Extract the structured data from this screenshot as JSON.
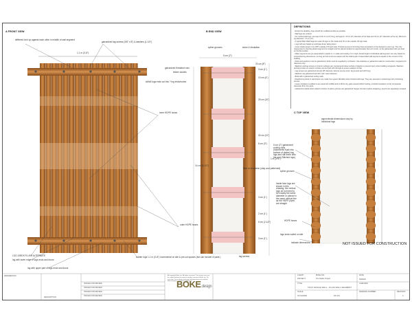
{
  "front_view": {
    "title": "A  FRONT VIEW",
    "labels": {
      "top_note": "stiffened inch up against each other in middle of wall segment",
      "width_dim": "1.1 m (3'-8\")",
      "galv_rods": "galvanized tag screws (3/8\" x 8\") & washers (1-1/4\")",
      "inner_hdpe": "inner HDPE hoses",
      "outer_hdpe": "outer HDPE hoses",
      "sill_tag": "sill/sill logs ends cut into ? leg ends/nodes",
      "bottom_1": "LOG GIRDS FLUSH ALTERNATE",
      "bottom_2": "log with lower edge of logs ends and doors",
      "bottom_3": "log with upper part of logs ends and doors",
      "bottom_right": "soldier logs 1.1 m (3'-8\") incremental on site & pre-cut spaces (but can include of pads )"
    }
  },
  "end_view": {
    "title": "B  END VIEW",
    "labels": {
      "spline": "spline grooves",
      "thread_rod": "galvanized threaded rods",
      "timber_dowels": "timber dowels",
      "stone_line": "stone & insulation",
      "wall_dims": [
        "5 cm (2\")",
        "20 cm (8\")",
        "1 m (3'-4\")",
        "14 cm (5-1/2\")"
      ],
      "notes": [
        "3 cm (1\")",
        "10 cm (4\")",
        "25 cm (10\")",
        "30 cm (12\")",
        "8 cm (3\")",
        "fibre or insulation (stay cool patterned)",
        "3 cm (1\")",
        "2 cm (1\")",
        "6 cm (2-1/2\")",
        "3 cm (1\")",
        "tag screws"
      ]
    }
  },
  "top_view": {
    "title": "C  TOP VIEW",
    "labels": {
      "approx": "approximate dimensions vary by individual logs",
      "galv_plates": "5 cm (2\") galvanized roofing nails (hammered flush into surface of plates) tag logs and nail them onto the grid (Stitched logs)",
      "spline": "spline grooves",
      "inside": "inside face logs are shown in this drawing; the vertical logs do not need to be exactly the same diameter or placed in the same vertical line as the HDPE pipes are straight",
      "hdpe": "HDPE hoses",
      "logs_ends": "logs ends nailed on site",
      "indicate": "indicate dimensions"
    }
  },
  "notes_title": "DEFINITIONS",
  "notes": [
    "- Except for detailing, logs should be modified as little as possible.",
    "- Wall logs are vertical.",
    "- For vertical wall logs, use logs of 11 cm (4-3\") long, and approx. 15 cm (6\") diameter at the base and 10 cm (4\") diameter at the top. Minimum log diameter: 7.5 cm (3\").",
    "- A typical Plain Wall Segment uses 15 logs on the inside and 15 on the outside: 30 logs total.",
    "- Logs with wet heads up and base down facing down.",
    "- Cover shall exceed 1.1m (3'8\") outside of 8 each side. Provide amount of trimming heat exceeded is to be desired in every log. The only requirement is that the planed segment be straight and the planed surface be approximately flat (not round), so the galvanised rods can bear on the flat surface.",
    "- Make segments are pre-assembled in panels 1.1 m wide and exactly 2.4 m high. Actual height of individual wall segment can vary based on cut/notched log dimensions, as long as both ends are square and the total length of assembled wall segments equals to the corners of the building.",
    "- Rods and washers must be galvanized. Rods must be supplied by contractor. Use stainless or galvanized nails for construction; longnail is for reference only.",
    "- Washers and lag screws on interior surfaces are countersunk below surface of planks to prevent injury when building occupants. Washers and lag screws on exterior surface can be flush with through-to-ensure washers sit flat.",
    "- Lag screws are galvanized and all 1/8\" diameter. Ensure screws enter, lag screws and all 8 long.",
    "- Washers are galvanized and all 1-1/4\" outer diameter.",
    "- Build with 2 galvanized roofing nails.",
    "- Reed/tuning block in wall interior are made from gravel (flexible) when finished with logs. They are secured to vertical logs with 4 blocking screws.",
    "- Loose insulation is added to any areas left unfilled and to fill the tiny gaps caused within heating, provided insulation is fully compacted, otherwise fill in low parts.",
    "- Galvanized nailed strips nailed to bottom of spline grooves are galvanized hanger into later (spline strapping ) need to be separately screwed."
  ],
  "not_issued": "NOT ISSUED FOR CONSTRUCTION",
  "title_block": {
    "logo": "BOKE",
    "logo_sub": "design",
    "client": "BOKE INC.",
    "project": "The Model Project",
    "drawing_title": "TACK SINGLE WALL - PLAIN WALL SEGMENT",
    "scale": "AS SHOWN",
    "drawing_no": "DP-101",
    "rev": "0",
    "left_head_1": "REFERENCES",
    "left_head_2": "DESCRIPTION",
    "rev_rows": [
      "ISSUED FOR REVIEW",
      "ISSUED FOR REVIEW",
      "ISSUED FOR REVIEW",
      "ISSUED FOR REVIEW"
    ],
    "fields": [
      "CLIENT",
      "PROJECT",
      "TITLE",
      "SCALE",
      "DRAWING NUMBER",
      "REVISION",
      "DATE",
      "DRAWN",
      "CHECKED"
    ],
    "copyright": "All copyright Boke Inc. All rights reserved. This design must not be copied without the express written consent of Boke Inc. Do not scale. Do not begin work until all dimensions are verified. Boke design is a division of Boke Inc."
  }
}
